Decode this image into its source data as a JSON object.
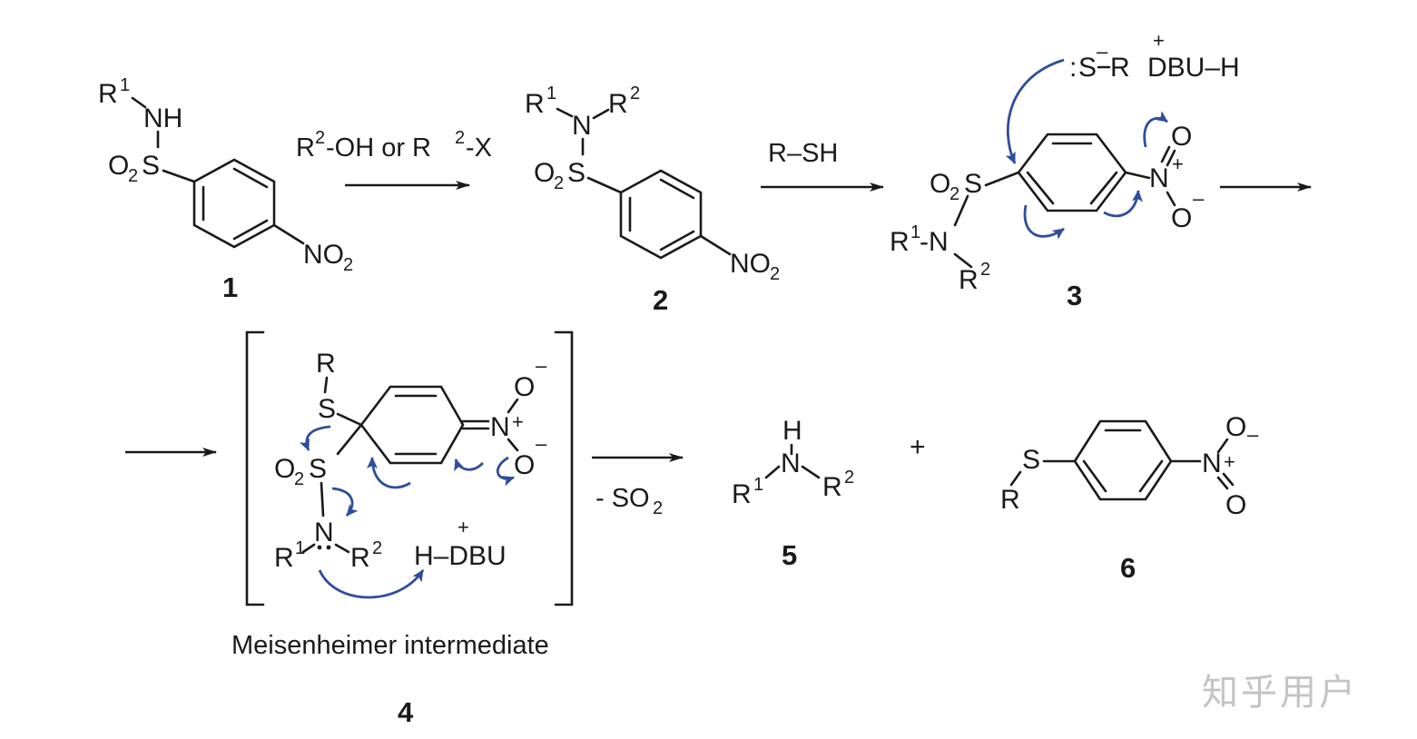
{
  "compounds": {
    "c1": {
      "number": "1"
    },
    "c2": {
      "number": "2"
    },
    "c3": {
      "number": "3"
    },
    "c4": {
      "number": "4",
      "caption": "Meisenheimer intermediate"
    },
    "c5": {
      "number": "5"
    },
    "c6": {
      "number": "6"
    }
  },
  "atoms": {
    "R": "R",
    "N": "N",
    "H": "H",
    "NH": "NH",
    "S": "S",
    "O": "O",
    "O2S": "O",
    "NO": "NO",
    "DBU": "DBU",
    "DBU_H": "DBU–H",
    "H_DBU": "H–DBU"
  },
  "marks": {
    "one": "1",
    "two": "2",
    "plus": "+",
    "minus": "–",
    "r1_dash": "-N",
    "lone_pair": ":"
  },
  "conditions": {
    "step1_a": "R",
    "step1_b": "-OH or R",
    "step1_c": "-X",
    "step2": "R–SH",
    "step4": "- SO"
  },
  "plus_sign": "+",
  "watermark": "知乎用户",
  "colors": {
    "ink": "#1a1a1a",
    "arrow_push": "#2f4d9c",
    "watermark": "#c4c4c4"
  }
}
